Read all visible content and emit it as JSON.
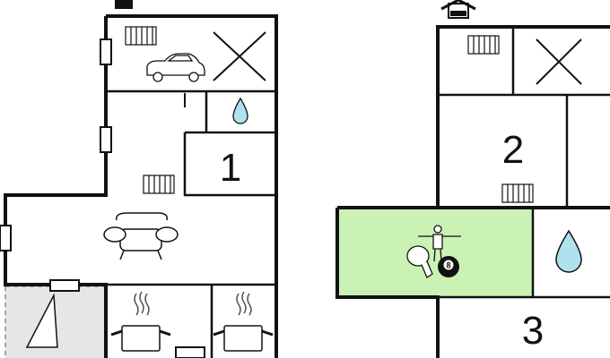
{
  "floor_plan": {
    "rooms": {
      "ground_bedroom": {
        "number": "1"
      },
      "upper_bedroom_a": {
        "number": "2"
      },
      "upper_bedroom_b": {
        "number": "3"
      }
    },
    "icons": {
      "billiard_ball_number": "8"
    },
    "colors": {
      "wall": "#111111",
      "game_room_fill": "#c9f2b4",
      "terrace_fill": "#e6e6e6",
      "water_fill": "#aee2ee"
    }
  }
}
